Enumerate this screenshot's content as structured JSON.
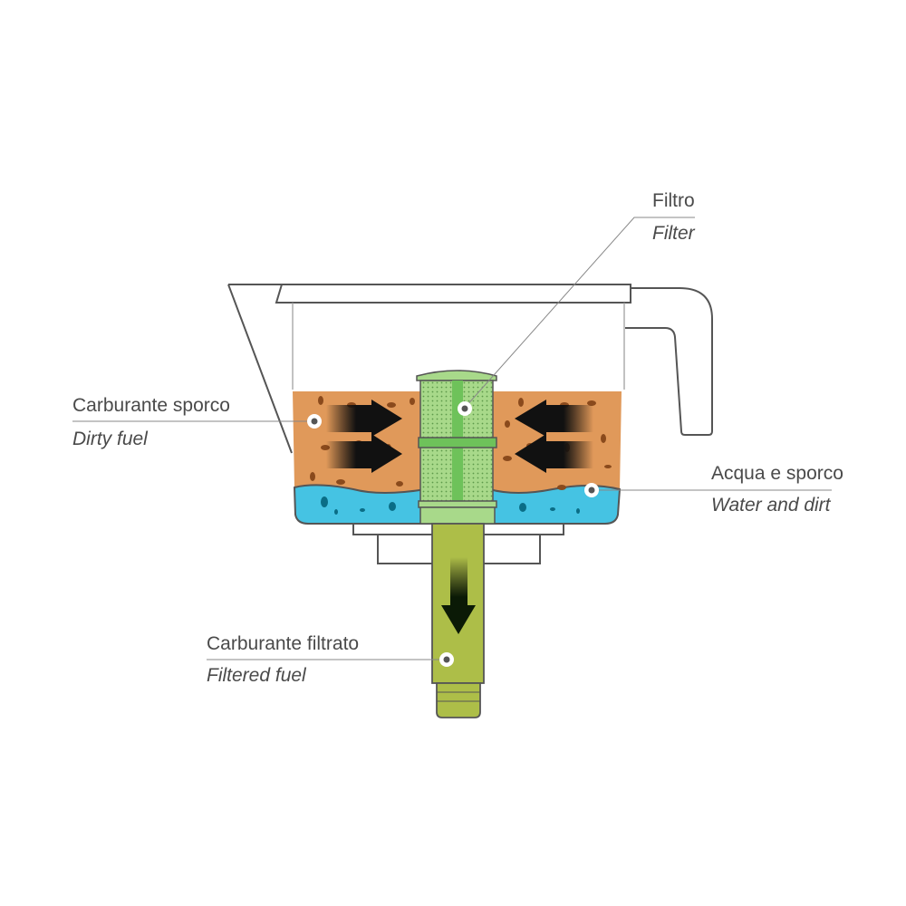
{
  "labels": {
    "filter": {
      "it": "Filtro",
      "en": "Filter"
    },
    "dirty_fuel": {
      "it": "Carburante sporco",
      "en": "Dirty fuel"
    },
    "water_dirt": {
      "it": "Acqua e sporco",
      "en": "Water and dirt"
    },
    "filtered_fuel": {
      "it": "Carburante filtrato",
      "en": "Filtered fuel"
    }
  },
  "colors": {
    "fuel": "#e0995a",
    "water": "#45c3e3",
    "filter": "#a8d98a",
    "tube": "#adbe48",
    "outline": "#555555"
  }
}
